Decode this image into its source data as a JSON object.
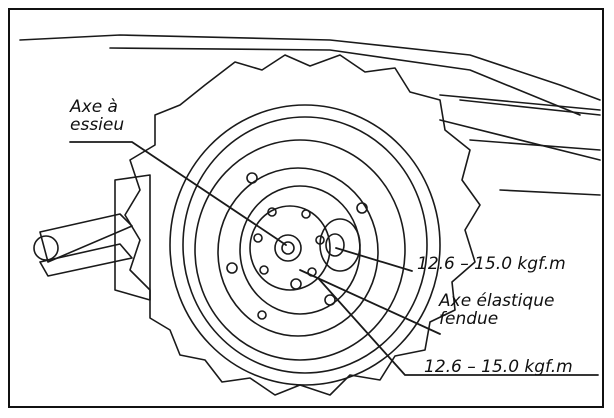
{
  "labels": {
    "axle_line1": "Axe à",
    "axle_line2": "essieu",
    "torque_top": "12.6 – 15.0 kgf.m",
    "pin_line1": "Axe élastique",
    "pin_line2": "fendue",
    "torque_bottom": "12.6 – 15.0 kgf.m"
  }
}
